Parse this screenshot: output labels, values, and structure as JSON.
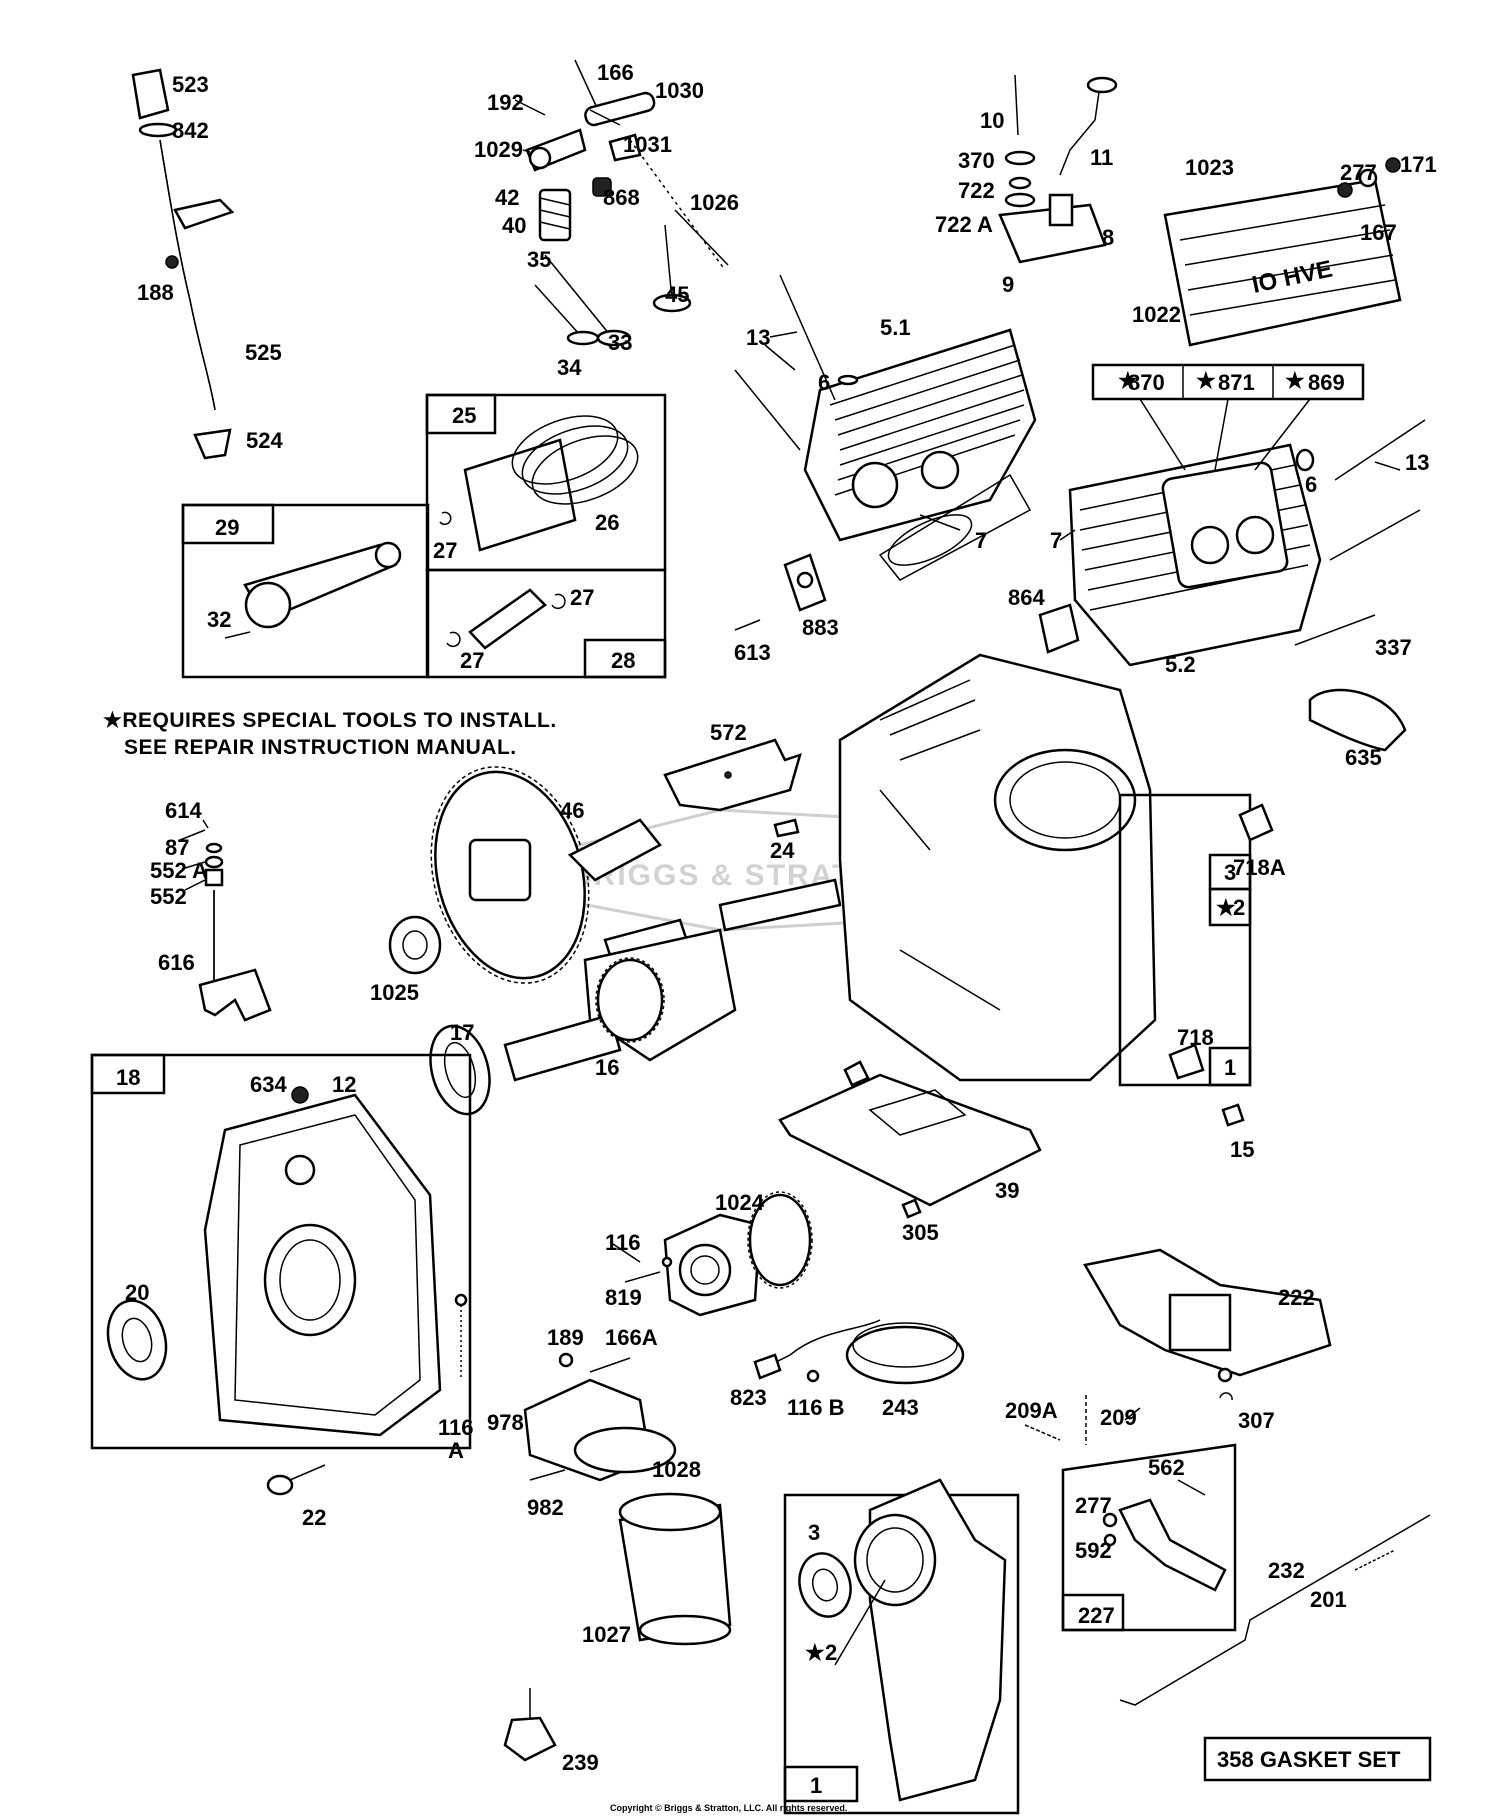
{
  "labels": {
    "l523": "523",
    "l842": "842",
    "l188": "188",
    "l525": "525",
    "l524": "524",
    "l166": "166",
    "l192": "192",
    "l1030": "1030",
    "l1029": "1029",
    "l1031": "1031",
    "l42": "42",
    "l868": "868",
    "l1026": "1026",
    "l40": "40",
    "l35": "35",
    "l45": "45",
    "l33": "33",
    "l34": "34",
    "l10": "10",
    "l11": "11",
    "l370": "370",
    "l722": "722",
    "l722a": "722 A",
    "l8": "8",
    "l9": "9",
    "l1023": "1023",
    "l277a": "277",
    "l171": "171",
    "l167": "167",
    "l1022": "1022",
    "l13a": "13",
    "l51": "5.1",
    "l6a": "6",
    "l7a": "7",
    "l25": "25",
    "l26": "26",
    "l27a": "27",
    "l29": "29",
    "l32": "32",
    "l27b": "27",
    "l27c": "27",
    "l28": "28",
    "l613": "613",
    "l883": "883",
    "l870": "870",
    "l871": "871",
    "l869": "869",
    "l6b": "6",
    "l13b": "13",
    "l7b": "7",
    "l864": "864",
    "l52": "5.2",
    "l337": "337",
    "l635": "635",
    "l572": "572",
    "l46": "46",
    "l24": "24",
    "l718a": "718A",
    "l3a": "3",
    "l2a": "2",
    "l718": "718",
    "l1a": "1",
    "l15": "15",
    "l614": "614",
    "l87": "87",
    "l552a": "552 A",
    "l552": "552",
    "l616": "616",
    "l1025": "1025",
    "l17": "17",
    "l16": "16",
    "l18": "18",
    "l634": "634",
    "l12": "12",
    "l20": "20",
    "l116a": "116",
    "l116aA": "A",
    "l22": "22",
    "l39": "39",
    "l305": "305",
    "l1024": "1024",
    "l116": "116",
    "l819": "819",
    "l189": "189",
    "l166a": "166A",
    "l978": "978",
    "l1028": "1028",
    "l982": "982",
    "l1027": "1027",
    "l239": "239",
    "l823": "823",
    "l116b": "116 B",
    "l243": "243",
    "l222": "222",
    "l307": "307",
    "l209a": "209A",
    "l209": "209",
    "l562": "562",
    "l277b": "277",
    "l592": "592",
    "l227": "227",
    "l232": "232",
    "l201": "201",
    "l3b": "3",
    "l2b": "2",
    "l1b": "1"
  },
  "special_tools_note": {
    "line1": "★REQUIRES SPECIAL TOOLS TO INSTALL.",
    "line2": "SEE REPAIR INSTRUCTION MANUAL."
  },
  "gasket_set": "358   GASKET SET",
  "watermark": "BRIGGS & STRATTON",
  "engine_badge": "IO HVE",
  "copyright": "Copyright © Briggs & Stratton, LLC. All rights reserved."
}
